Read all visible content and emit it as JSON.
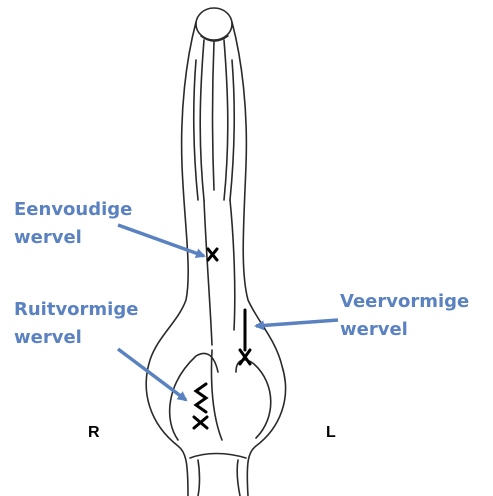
{
  "labels": {
    "simple_whorl": [
      "Eenvoudige",
      "wervel"
    ],
    "diamond_whorl": [
      "Ruitvormige",
      "wervel"
    ],
    "feather_whorl": [
      "Veervormige",
      "wervel"
    ]
  },
  "sides": {
    "right": "R",
    "left": "L"
  },
  "colors": {
    "label": "#5b82c0",
    "arrow": "#5b82c0",
    "line": "#2a2a2a",
    "mark": "#000000"
  }
}
